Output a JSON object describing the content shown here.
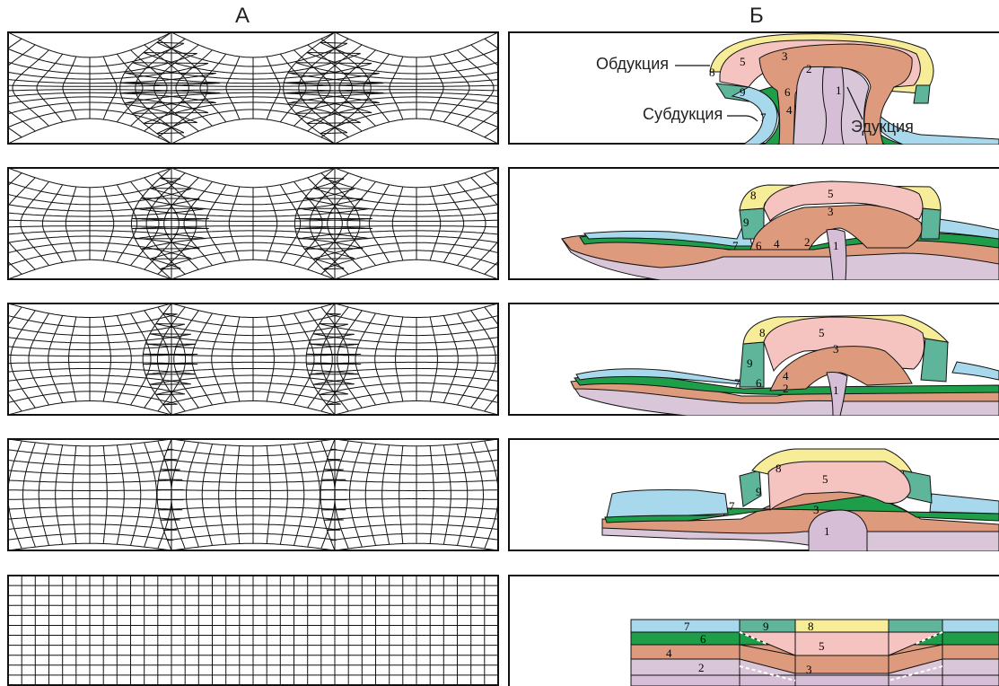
{
  "headers": {
    "left": "А",
    "right": "Б"
  },
  "annotations": {
    "obduction": "Обдукция",
    "subduction": "Субдукция",
    "eduction": "Эдукция"
  },
  "unit_numbers": [
    "1",
    "2",
    "3",
    "4",
    "5",
    "6",
    "7",
    "8",
    "9"
  ],
  "colors": {
    "unit1": "#d6bfd6",
    "unit2": "#d9c6d9",
    "unit3": "#de9a7c",
    "unit4": "#de9a7c",
    "unit5": "#f6c4c0",
    "unit6": "#1f9e4a",
    "unit7": "#a8d8ec",
    "unit8": "#f7ec98",
    "unit9": "#5fb59a",
    "outline": "#111111"
  },
  "stages": [
    {
      "name": "stage-1"
    },
    {
      "name": "stage-2"
    },
    {
      "name": "stage-3"
    },
    {
      "name": "stage-4"
    },
    {
      "name": "stage-5"
    }
  ]
}
